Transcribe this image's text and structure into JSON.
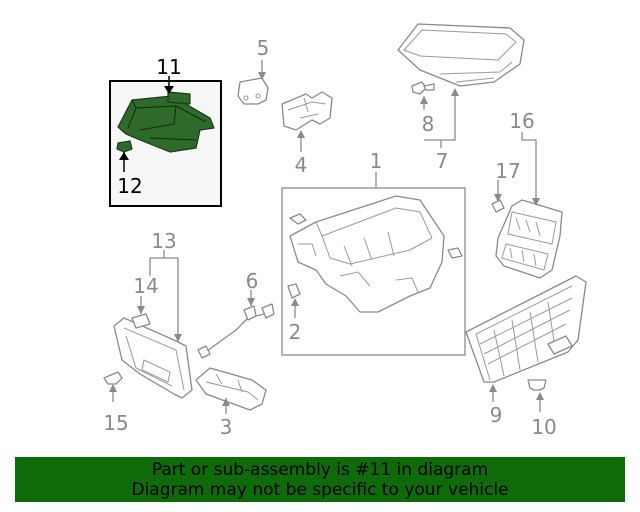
{
  "callouts": {
    "c1": "1",
    "c2": "2",
    "c3": "3",
    "c4": "4",
    "c5": "5",
    "c6": "6",
    "c7": "7",
    "c8": "8",
    "c9": "9",
    "c10": "10",
    "c11": "11",
    "c12": "12",
    "c13": "13",
    "c14": "14",
    "c15": "15",
    "c16": "16",
    "c17": "17"
  },
  "highlighted_part": "11",
  "colors": {
    "highlight_part": "#2e6a2a",
    "banner": "#0f6a0a",
    "callout": "#8a8a8a"
  },
  "footer": {
    "line1": "Part or sub-assembly is #11 in diagram",
    "line2": "Diagram may not be specific to your vehicle"
  }
}
